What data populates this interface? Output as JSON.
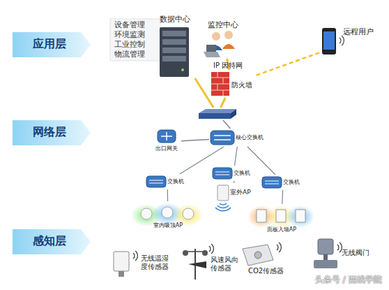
{
  "diagram": {
    "nodes": [
      {
        "text": [
          "应用层"
        ]
      },
      {
        "text": [
          "网络层"
        ]
      },
      {
        "text": [
          "感知层"
        ]
      },
      {
        "text": [
          "数据中心"
        ]
      },
      {
        "text": [
          "监控中心"
        ]
      },
      {
        "text": [
          "远程用户"
        ]
      },
      {
        "text": [
          "防火墙"
        ]
      },
      {
        "text": []
      },
      {
        "text": [
          "出口网关"
        ]
      },
      {
        "text": [
          "核心交换机"
        ]
      },
      {
        "text": [
          "交换机"
        ]
      },
      {
        "text": [
          "交换机"
        ]
      },
      {
        "text": [
          "交换机"
        ]
      },
      {
        "text": [
          "室外AP"
        ]
      },
      {
        "text": [
          "室内吸顶AP"
        ]
      },
      {
        "text": [
          "面板入墙AP"
        ]
      },
      {
        "text": [
          "无线温湿度传感器"
        ]
      },
      {
        "text": [
          "风速风向传感器"
        ]
      },
      {
        "text": [
          "CO2传感器"
        ]
      },
      {
        "text": [
          "无线阀门"
        ]
      }
    ],
    "edges": [
      {
        "from": 3,
        "to": 7,
        "arrow": "none"
      },
      {
        "from": 4,
        "to": 6,
        "arrow": "none"
      },
      {
        "from": 5,
        "to": 6,
        "arrow": "none"
      },
      {
        "from": 6,
        "to": 7,
        "arrow": "none"
      },
      {
        "from": 7,
        "to": 9,
        "arrow": "none"
      },
      {
        "from": 9,
        "to": 8,
        "arrow": "none"
      },
      {
        "from": 9,
        "to": 10,
        "arrow": "none"
      },
      {
        "from": 9,
        "to": 11,
        "arrow": "none"
      },
      {
        "from": 9,
        "to": 12,
        "arrow": "none"
      },
      {
        "from": 10,
        "to": 14,
        "arrow": "none"
      },
      {
        "from": 11,
        "to": 13,
        "arrow": "none"
      },
      {
        "from": 12,
        "to": 15,
        "arrow": "none"
      }
    ],
    "labels": [
      "设备管理",
      "环境监测",
      "工业控制",
      "物流管理",
      "IP 因特网",
      "头条号 / 西线学院"
    ]
  }
}
